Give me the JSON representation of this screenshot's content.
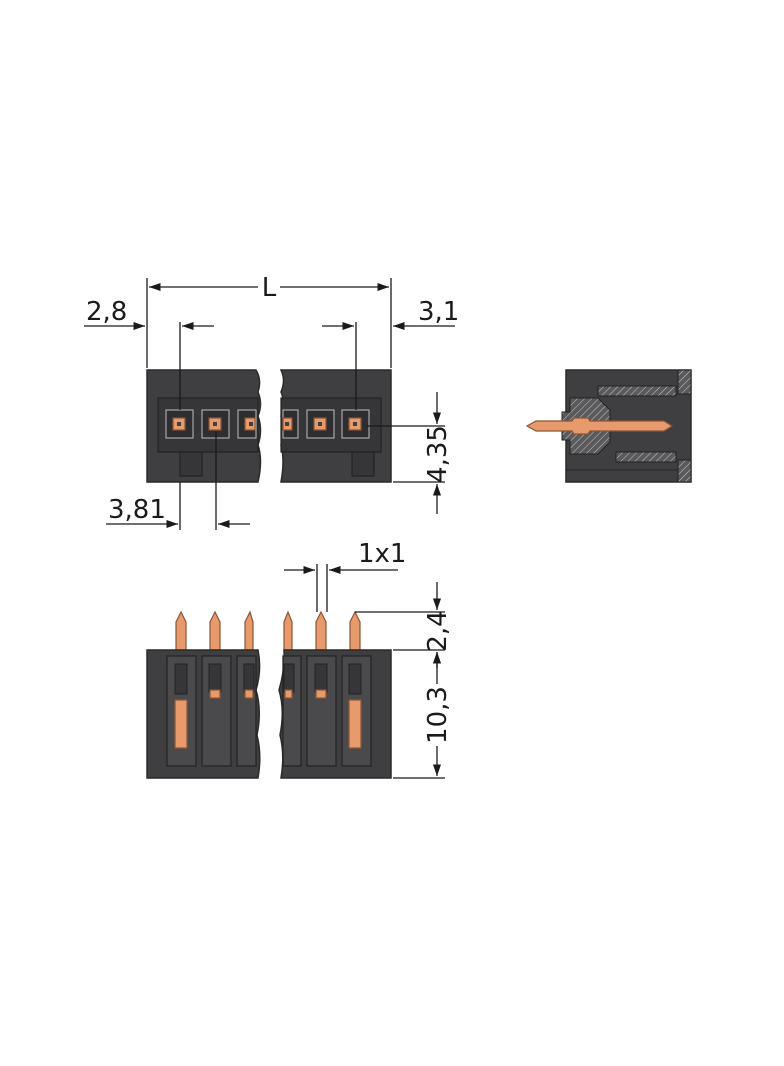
{
  "labels": {
    "length": "L",
    "left_offset": "2,8",
    "right_offset": "3,1",
    "pitch": "3,81",
    "height_top": "4,35",
    "pin_size": "1x1",
    "pin_protrusion": "2,4",
    "body_height": "10,3"
  },
  "colors": {
    "housing": "#3f3f41",
    "pin": "#e79a6c",
    "dimension_lines": "#1a1a1a",
    "background": "#ffffff"
  }
}
